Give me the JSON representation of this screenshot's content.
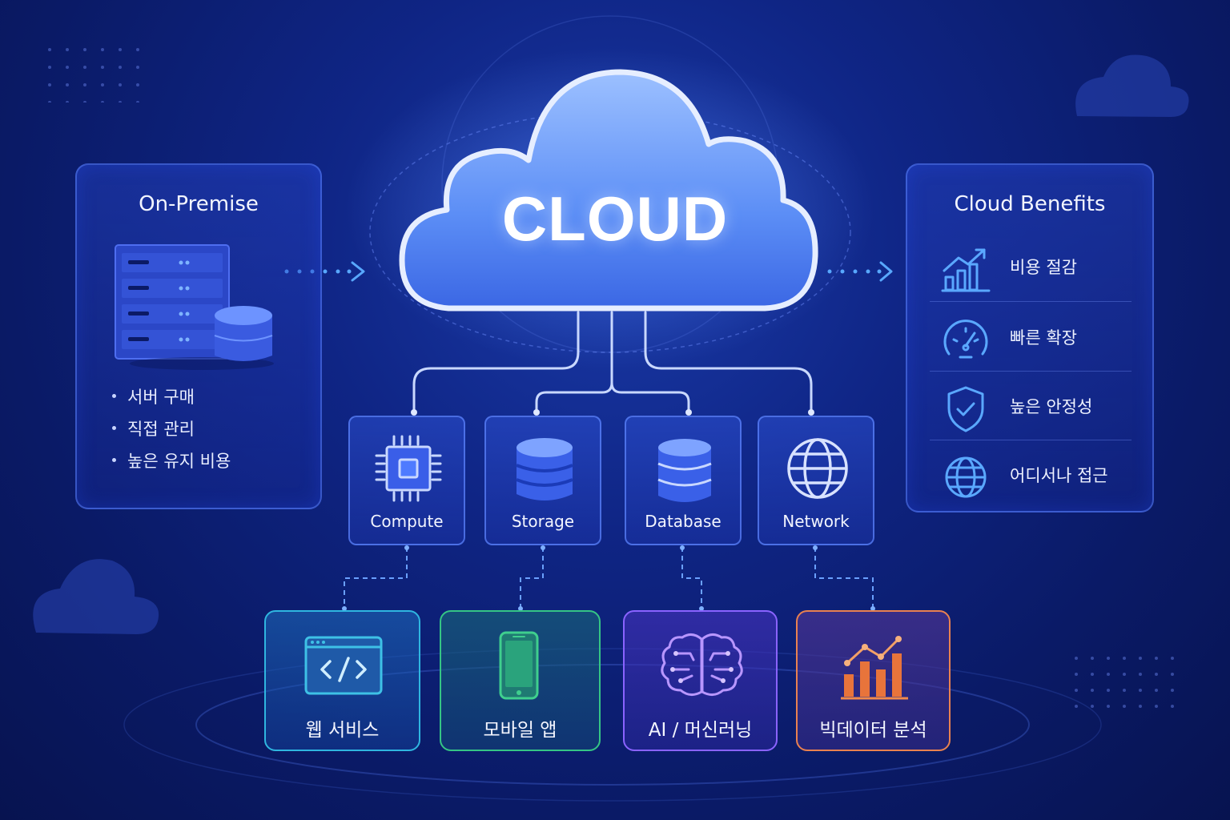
{
  "cloud": {
    "title": "CLOUD"
  },
  "on_premise": {
    "title": "On-Premise",
    "items": [
      "서버 구매",
      "직접 관리",
      "높은 유지 비용"
    ]
  },
  "benefits": {
    "title": "Cloud Benefits",
    "items": [
      {
        "label": "비용 절감",
        "icon": "cost-chart-icon"
      },
      {
        "label": "빠른 확장",
        "icon": "speedometer-icon"
      },
      {
        "label": "높은 안정성",
        "icon": "shield-check-icon"
      },
      {
        "label": "어디서나 접근",
        "icon": "globe-icon"
      }
    ]
  },
  "services": [
    {
      "label": "Compute",
      "icon": "cpu-chip-icon"
    },
    {
      "label": "Storage",
      "icon": "storage-cylinder-icon"
    },
    {
      "label": "Database",
      "icon": "database-icon"
    },
    {
      "label": "Network",
      "icon": "globe-icon"
    }
  ],
  "applications": [
    {
      "label": "웹 서비스",
      "icon": "code-window-icon",
      "color": "#3ec1e6"
    },
    {
      "label": "모바일 앱",
      "icon": "mobile-phone-icon",
      "color": "#3fcf8e"
    },
    {
      "label": "AI / 머신러닝",
      "icon": "brain-icon",
      "color": "#a77bff"
    },
    {
      "label": "빅데이터 분석",
      "icon": "bar-chart-icon",
      "color": "#f08a4b"
    }
  ]
}
